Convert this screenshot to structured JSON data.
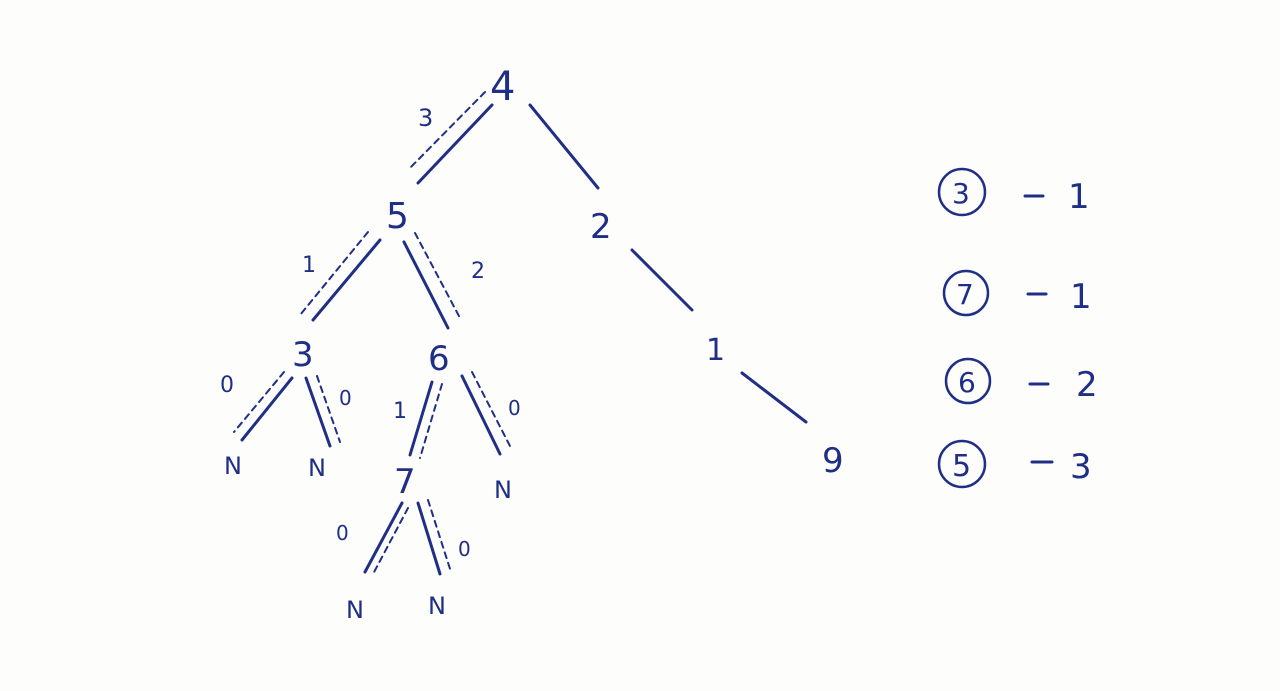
{
  "tree": {
    "nodes": {
      "root": "4",
      "n5": "5",
      "n2": "2",
      "n3": "3",
      "n6": "6",
      "n1": "1",
      "n9": "9",
      "n7": "7",
      "null_a": "N",
      "null_b": "N",
      "null_c": "N",
      "null_d": "N",
      "null_e": "N"
    },
    "edge_labels": {
      "root_to_5": "3",
      "n5_to_3": "1",
      "n5_to_6": "2",
      "n3_left": "0",
      "n3_right": "0",
      "n6_to_7": "1",
      "n6_right": "0",
      "n7_left": "0",
      "n7_right": "0"
    }
  },
  "legend": [
    {
      "node": "3",
      "value": "1"
    },
    {
      "node": "7",
      "value": "1"
    },
    {
      "node": "6",
      "value": "2"
    },
    {
      "node": "5",
      "value": "3"
    }
  ],
  "colors": {
    "ink": "#1f2f86",
    "background": "#fdfdfc"
  }
}
